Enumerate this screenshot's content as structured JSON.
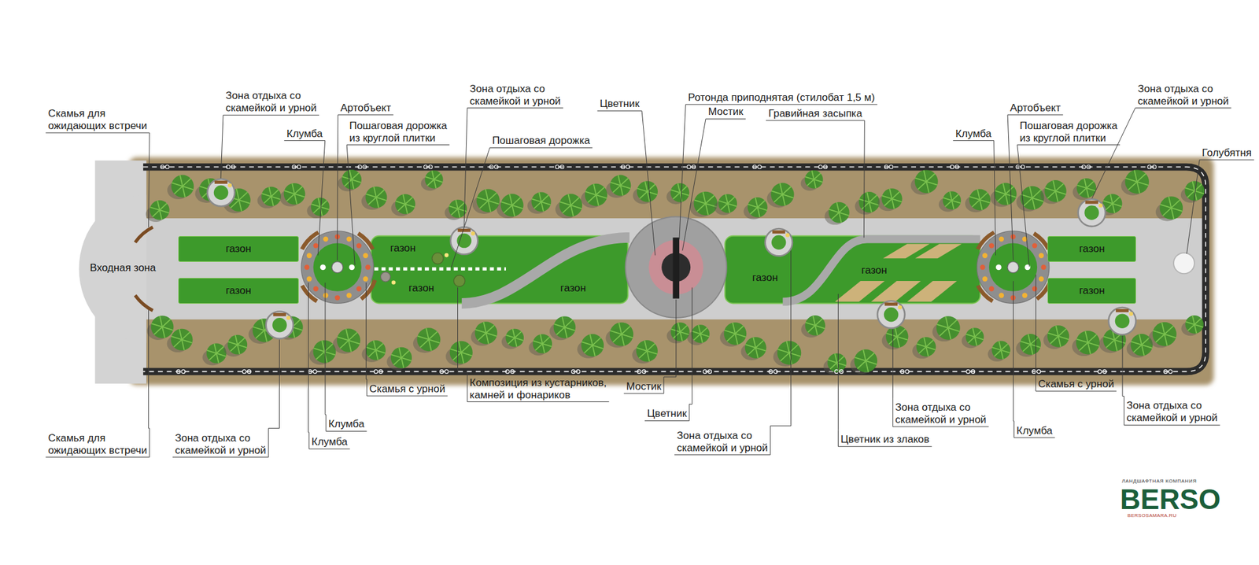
{
  "diagram": {
    "nodes": [
      {
        "text": [
          "Входная зона"
        ]
      },
      {
        "text": [
          "газон"
        ]
      },
      {
        "text": [
          "газон"
        ]
      },
      {
        "text": [
          "газон"
        ]
      },
      {
        "text": [
          "газон"
        ]
      },
      {
        "text": [
          "газон"
        ]
      },
      {
        "text": [
          "газон"
        ]
      },
      {
        "text": [
          "газон"
        ]
      },
      {
        "text": [
          "газон"
        ]
      },
      {
        "text": [
          "газон"
        ]
      }
    ],
    "labels": [
      "Скамья для ожидающих встречи",
      "Зона отдыха со скамейкой и урной",
      "Артобъект",
      "Клумба",
      "Пошаговая дорожка из круглой плитки",
      "Зона отдыха со скамейкой и урной",
      "Пошаговая дорожка",
      "Цветник",
      "Ротонда приподнятая (стилобат 1,5 м)",
      "Мостик",
      "Гравийная засыпка",
      "Клумба",
      "Артобъект",
      "Пошаговая дорожка из круглой плитки",
      "Зона отдыха со скамейкой и урной",
      "Голубятня",
      "Скамья для ожидающих встречи",
      "Зона отдыха со скамейкой и урной",
      "Клумба",
      "Клумба",
      "Скамья с урной",
      "Композиция из кустарников, камней и фонариков",
      "Мостик",
      "Цветник",
      "Зона отдыха со скамейкой и урной",
      "Цветник из злаков",
      "Зона отдыха со скамейкой и урной",
      "Скамья с урной",
      "Клумба",
      "Зона отдыха со скамейкой и урной",
      "ЛАНДШАФТНАЯ КОМПАНИЯ",
      "BERSO",
      "BERSOSAMARA.RU"
    ]
  }
}
